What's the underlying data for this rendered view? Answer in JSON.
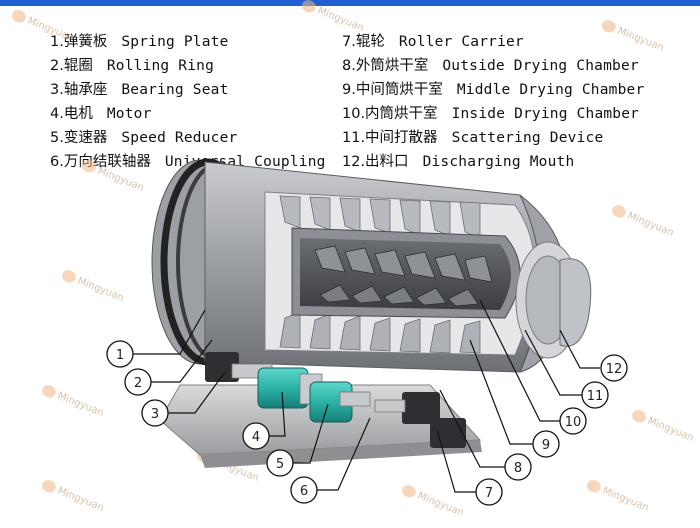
{
  "legend": {
    "left": [
      {
        "zh": "1.弹簧板",
        "en": "Spring Plate"
      },
      {
        "zh": "2.辊圈",
        "en": "Rolling Ring"
      },
      {
        "zh": "3.轴承座",
        "en": "Bearing Seat"
      },
      {
        "zh": "4.电机",
        "en": "Motor"
      },
      {
        "zh": "5.变速器",
        "en": "Speed Reducer"
      },
      {
        "zh": "6.万向结联轴器",
        "en": "Universal Coupling"
      }
    ],
    "right": [
      {
        "zh": "7.辊轮",
        "en": "Roller Carrier"
      },
      {
        "zh": "8.外筒烘干室",
        "en": "Outside Drying Chamber"
      },
      {
        "zh": "9.中间筒烘干室",
        "en": "Middle Drying Chamber"
      },
      {
        "zh": "10.内筒烘干室",
        "en": "Inside Drying Chamber"
      },
      {
        "zh": "11.中间打散器",
        "en": "Scattering Device"
      },
      {
        "zh": "12.出料口",
        "en": "Discharging Mouth"
      }
    ]
  },
  "callouts": [
    "1",
    "2",
    "3",
    "4",
    "5",
    "6",
    "7",
    "8",
    "9",
    "10",
    "11",
    "12"
  ],
  "watermark": "Mingyuan",
  "colors": {
    "accent_bar": "#1f5fd1",
    "motor": "#2bb3a8",
    "machine": "#8a8d92"
  }
}
